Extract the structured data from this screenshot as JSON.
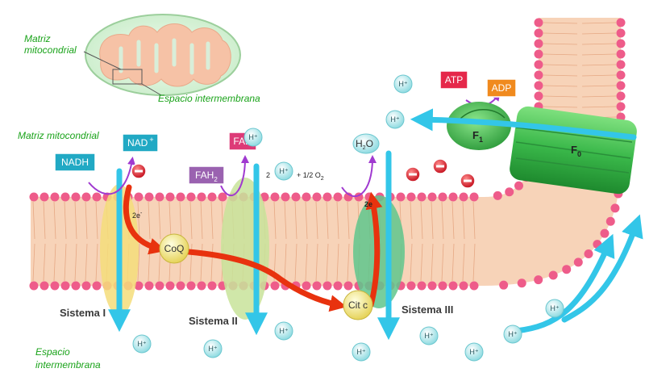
{
  "labels": {
    "matriz_top_1": "Matriz",
    "matriz_top_2": "mitocondrial",
    "espacio_top": "Espacio intermembrana",
    "matriz_left": "Matriz mitocondrial",
    "espacio_bottom_1": "Espacio",
    "espacio_bottom_2": "intermembrana"
  },
  "systems": {
    "s1": "Sistema I",
    "s2": "Sistema II",
    "s3": "Sistema III"
  },
  "boxes": {
    "nadh": "NADH",
    "nad_plus": "NAD",
    "nad_sup": "+",
    "fad": "FAD",
    "fah2": "FAH",
    "fah2_sub": "2",
    "h2o_h": "H",
    "h2o_sub": "2",
    "h2o_o": "O",
    "atp": "ATP",
    "adp": "ADP"
  },
  "molecules": {
    "coq": "CoQ",
    "citc": "Cit c",
    "f1": "F",
    "f1_sub": "1",
    "f0": "F",
    "f0_sub": "0"
  },
  "annotations": {
    "two_e_1": "2e",
    "two_e_1_sup": "-",
    "two_e_2": "2e",
    "oxygen_prefix": "2",
    "oxygen_mid": "+ 1/2 O",
    "oxygen_sub": "2"
  },
  "proton": "H⁺",
  "colors": {
    "membrane": "#f7d3b8",
    "head": "#ee5c8a",
    "proton_fill": "#a9e6ea",
    "arrow_blue": "#33c6e8",
    "arrow_red": "#e8320e",
    "label_green": "#1aa31a",
    "box_teal": "#21a9c4",
    "box_pink": "#dd3a77",
    "box_purple": "#9a62b0",
    "box_red": "#e5284a",
    "box_orange": "#f08a1e",
    "atp_synthase": "#3fbf4f"
  }
}
